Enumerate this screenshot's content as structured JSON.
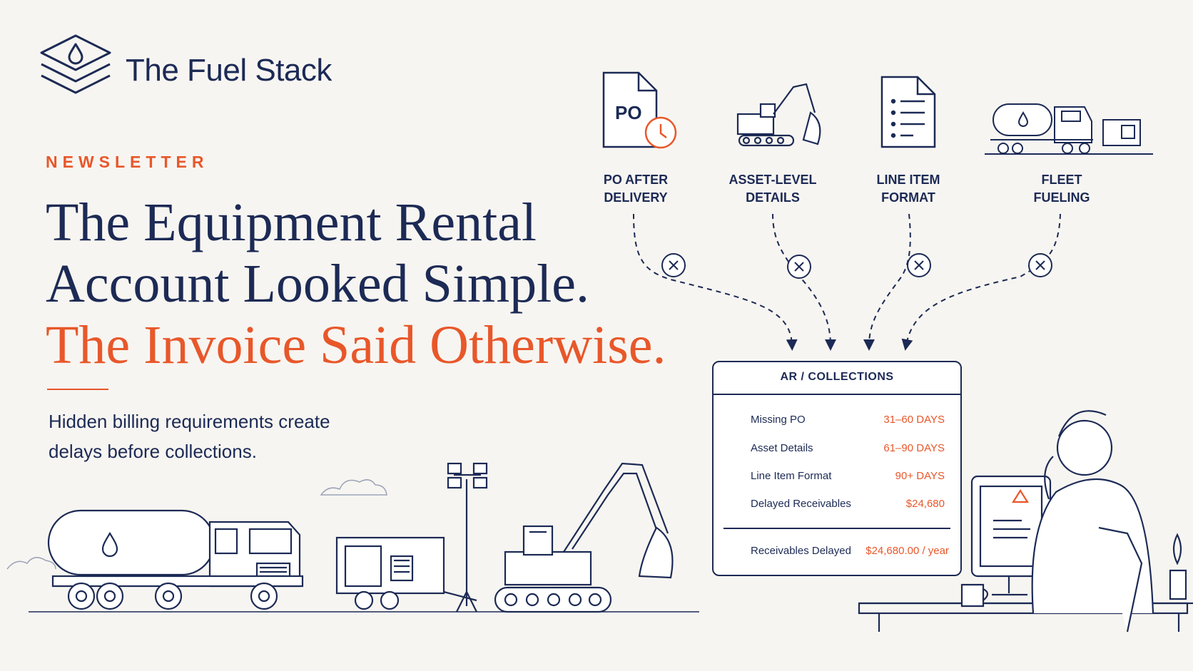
{
  "brand": {
    "name": "The Fuel Stack",
    "logo_icon": "stacked-layers-droplet-icon"
  },
  "eyebrow": "NEWSLETTER",
  "headline": {
    "line1": "The Equipment Rental",
    "line2": "Account Looked Simple.",
    "line3": "The Invoice Said Otherwise."
  },
  "subheadline": {
    "line1": "Hidden billing requirements create",
    "line2": "delays before collections."
  },
  "flow_inputs": [
    {
      "line1": "PO AFTER",
      "line2": "DELIVERY",
      "icon": "po-document-clock-icon",
      "icon_text": "PO"
    },
    {
      "line1": "ASSET-LEVEL",
      "line2": "DETAILS",
      "icon": "excavator-icon"
    },
    {
      "line1": "LINE ITEM",
      "line2": "FORMAT",
      "icon": "list-document-icon"
    },
    {
      "line1": "FLEET",
      "line2": "FUELING",
      "icon": "fuel-truck-icon"
    }
  ],
  "collections_card": {
    "title": "AR / COLLECTIONS",
    "rows": [
      {
        "label": "Missing PO",
        "value": "31–60 DAYS",
        "icon": "warning-icon"
      },
      {
        "label": "Asset Details",
        "value": "61–90 DAYS",
        "icon": "warning-icon"
      },
      {
        "label": "Line Item Format",
        "value": "90+ DAYS",
        "icon": "warning-icon"
      },
      {
        "label": "Delayed Receivables",
        "value": "$24,680",
        "icon": "warning-icon"
      }
    ],
    "footer": {
      "label": "Receivables Delayed",
      "value": "$24,680.00 / year",
      "icon": "clock-icon"
    }
  },
  "colors": {
    "navy": "#1c2a55",
    "accent": "#e8572a",
    "background": "#f7f5f1"
  }
}
